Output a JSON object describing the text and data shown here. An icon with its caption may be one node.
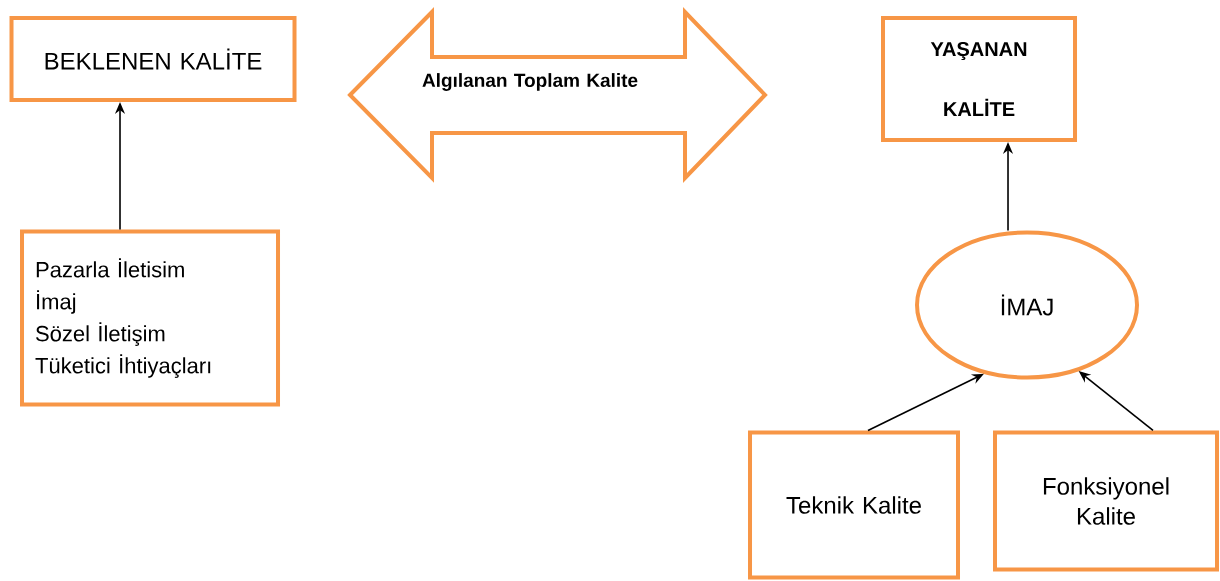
{
  "diagram": {
    "nodes": [
      {
        "text": [
          "BEKLENEN KALİTE"
        ]
      },
      {
        "text": [
          "Algılanan Toplam Kalite"
        ]
      },
      {
        "text": [
          "YAŞANAN KALİTE"
        ]
      },
      {
        "text": [
          "Pazarla İletisim",
          "İmaj",
          "Sözel İletişim",
          "Tüketici İhtiyaçları"
        ]
      },
      {
        "text": [
          "İMAJ"
        ]
      },
      {
        "text": [
          "Teknik Kalite"
        ]
      },
      {
        "text": [
          "Fonksiyonel Kalite"
        ]
      }
    ],
    "edges": [
      {
        "from": 3,
        "to": 0,
        "arrow": "to"
      },
      {
        "from": 4,
        "to": 2,
        "arrow": "to"
      },
      {
        "from": 5,
        "to": 4,
        "arrow": "to"
      },
      {
        "from": 6,
        "to": 4,
        "arrow": "to"
      }
    ]
  }
}
